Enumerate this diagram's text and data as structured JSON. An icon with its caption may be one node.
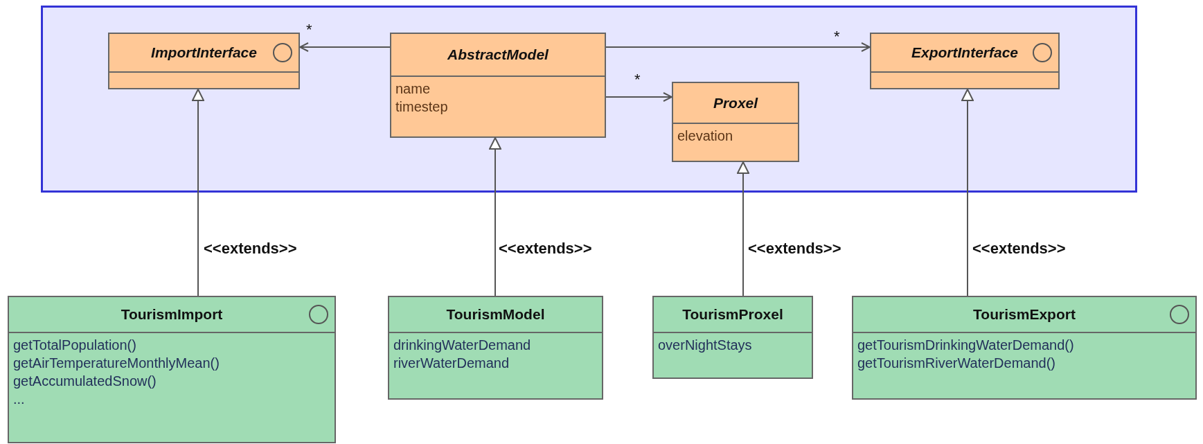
{
  "diagram": {
    "nodes": [
      {
        "text": [],
        "shape": "box"
      },
      {
        "text": [
          "ImportInterface"
        ],
        "in": 0
      },
      {
        "text": [
          "AbstractModel",
          "name",
          "timestep"
        ],
        "in": 0
      },
      {
        "text": [
          "Proxel",
          "elevation"
        ],
        "in": 0
      },
      {
        "text": [
          "ExportInterface"
        ],
        "in": 0
      },
      {
        "text": [
          "TourismImport",
          "getTotalPopulation()",
          "getAirTemperatureMonthlyMean()",
          "getAccumulatedSnow()",
          "..."
        ]
      },
      {
        "text": [
          "TourismModel",
          "drinkingWaterDemand",
          "riverWaterDemand"
        ]
      },
      {
        "text": [
          "TourismProxel",
          "overNightStays"
        ]
      },
      {
        "text": [
          "TourismExport",
          "getTourismDrinkingWaterDemand()",
          "getTourismRiverWaterDemand()"
        ]
      }
    ],
    "edges": [
      {
        "from": 2,
        "to": 1,
        "arrow": "to",
        "label": "*"
      },
      {
        "from": 2,
        "to": 4,
        "arrow": "to",
        "label": "*"
      },
      {
        "from": 2,
        "to": 3,
        "arrow": "to",
        "label": "*"
      },
      {
        "from": 5,
        "to": 1,
        "arrow": "to",
        "label": "<<extends>>"
      },
      {
        "from": 6,
        "to": 2,
        "arrow": "to",
        "label": "<<extends>>"
      },
      {
        "from": 7,
        "to": 3,
        "arrow": "to",
        "label": "<<extends>>"
      },
      {
        "from": 8,
        "to": 4,
        "arrow": "to",
        "label": "<<extends>>"
      }
    ]
  }
}
